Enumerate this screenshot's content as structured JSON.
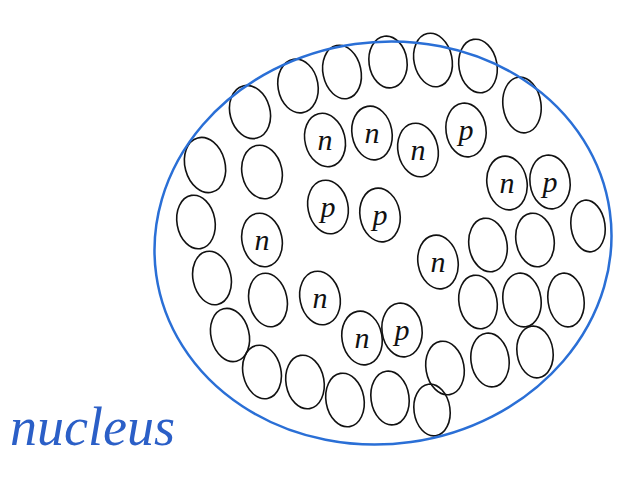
{
  "diagram": {
    "nodes": [
      {
        "text": [
          "nucleus"
        ]
      },
      {
        "text": [
          "n"
        ],
        "in": 0
      },
      {
        "text": [
          "n"
        ],
        "in": 0
      },
      {
        "text": [
          "n"
        ],
        "in": 0
      },
      {
        "text": [
          "p"
        ],
        "in": 0
      },
      {
        "text": [
          "p"
        ],
        "in": 0
      },
      {
        "text": [
          "p"
        ],
        "in": 0
      },
      {
        "text": [
          "n"
        ],
        "in": 0
      },
      {
        "text": [
          "p"
        ],
        "in": 0
      },
      {
        "text": [
          "n"
        ],
        "in": 0
      },
      {
        "text": [
          "n"
        ],
        "in": 0
      },
      {
        "text": [
          "n"
        ],
        "in": 0
      },
      {
        "text": [
          "n"
        ],
        "in": 0
      },
      {
        "text": [
          "p"
        ],
        "in": 0
      }
    ]
  }
}
